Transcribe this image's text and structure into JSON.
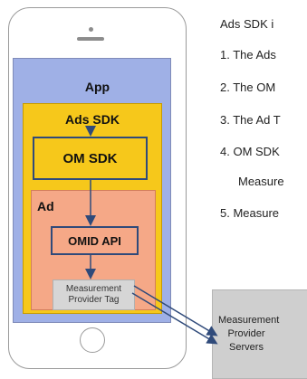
{
  "phone": {
    "app_label": "App",
    "ads_sdk_label": "Ads SDK",
    "om_sdk_label": "OM SDK",
    "ad_label": "Ad",
    "omid_api_label": "OMID API",
    "measurement_tag_label_line1": "Measurement",
    "measurement_tag_label_line2": "Provider Tag"
  },
  "servers": {
    "line1": "Measurement",
    "line2": "Provider",
    "line3": "Servers"
  },
  "steps": {
    "heading": "Ads SDK i",
    "s1": "1. The Ads",
    "s2": "2. The OM",
    "s3": "3. The Ad T",
    "s4": "4. OM SDK",
    "s4b": "Measure",
    "s5": "5.  Measure"
  },
  "colors": {
    "app_bg": "#9fb0e6",
    "ads_sdk_bg": "#f6c81b",
    "ad_bg": "#f5a887",
    "tag_bg": "#d6d6d6",
    "arrow": "#2f4a7a"
  }
}
